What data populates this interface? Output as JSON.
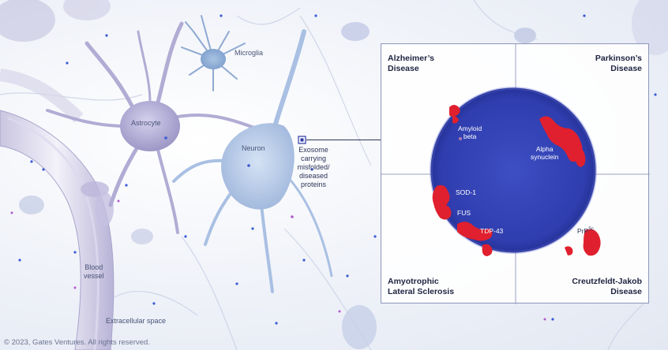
{
  "labels": {
    "microglia": "Microglia",
    "astrocyte": "Astrocyte",
    "neuron": "Neuron",
    "exosome": [
      "Exosome",
      "carrying",
      "misfolded/",
      "diseased",
      "proteins"
    ],
    "blood_vessel": [
      "Blood",
      "vessel"
    ],
    "extracellular": "Extracellular space"
  },
  "quadrants": {
    "top_left": [
      "Alzheimer’s",
      "Disease"
    ],
    "top_right": [
      "Parkinson’s",
      "Disease"
    ],
    "bottom_left": [
      "Amyotrophic",
      "Lateral Sclerosis"
    ],
    "bottom_right": [
      "Creutzfeldt-Jakob",
      "Disease"
    ]
  },
  "proteins": {
    "amyloid": [
      "Amyloid",
      "beta"
    ],
    "alpha": [
      "Alpha",
      "synuclein"
    ],
    "sod1": "SOD-1",
    "fus": "FUS",
    "tdp43": "TDP-43",
    "prp": "PrP",
    "prp_sup": "Sc"
  },
  "colors": {
    "exosome_blue": "#2d3aa8",
    "protein_red": "#e0202e",
    "cell_purple": "#a8a3cf",
    "neuron_blue": "#b9cce8"
  },
  "copyright": "© 2023, Gates Ventures. All rights reserved."
}
